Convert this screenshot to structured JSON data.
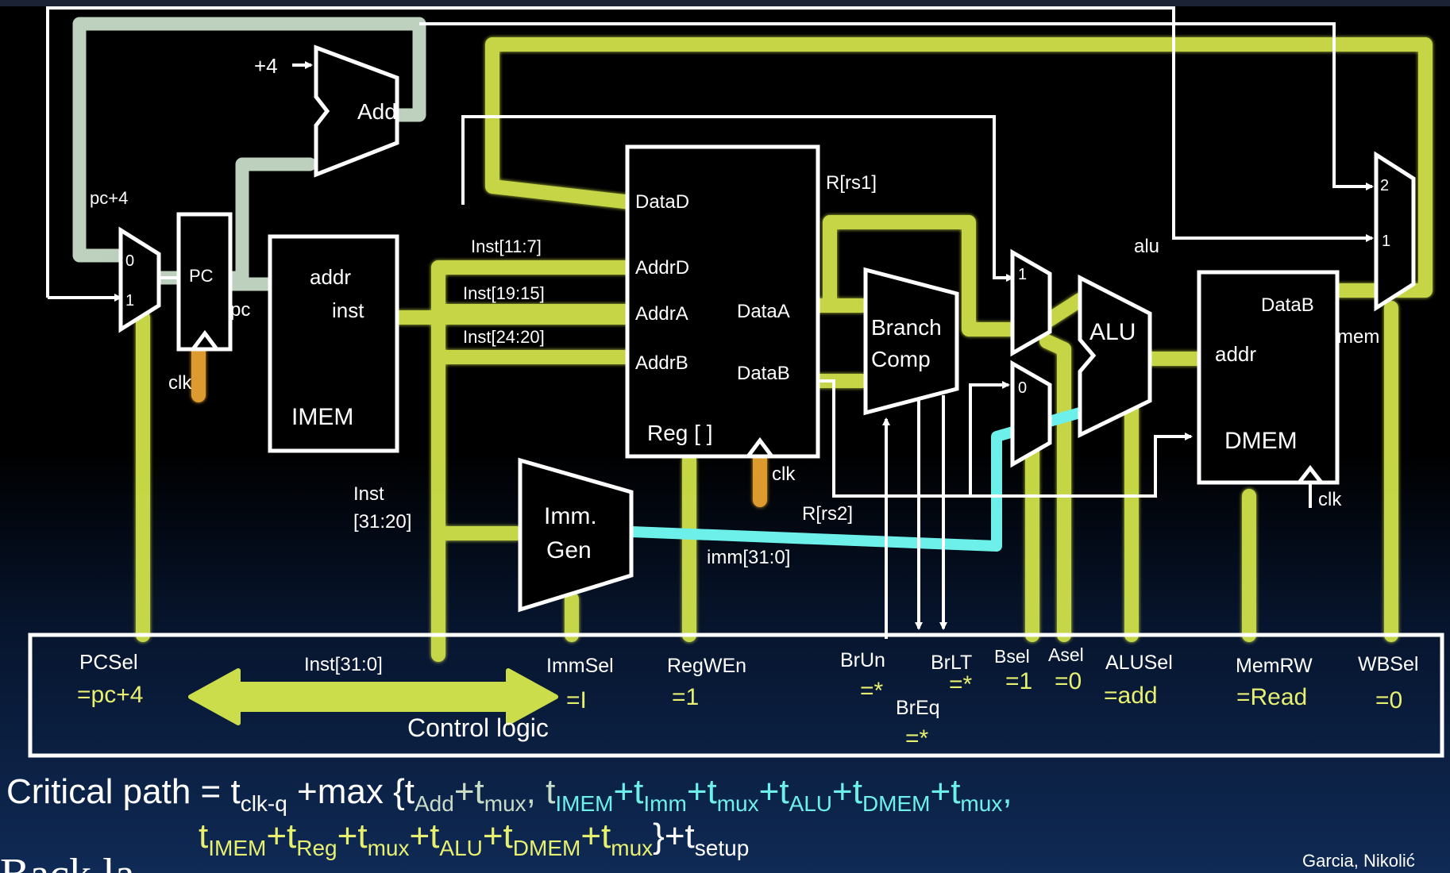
{
  "blocks": {
    "add": "Add",
    "pc": "PC",
    "imem": {
      "addr": "addr",
      "inst": "inst",
      "name": "IMEM"
    },
    "reg": {
      "data_d": "DataD",
      "addr_d": "AddrD",
      "addr_a": "AddrA",
      "addr_b": "AddrB",
      "data_a": "DataA",
      "data_b": "DataB",
      "name": "Reg [ ]"
    },
    "imm_gen": {
      "line1": "Imm.",
      "line2": "Gen"
    },
    "branch_comp": {
      "line1": "Branch",
      "line2": "Comp"
    },
    "alu": "ALU",
    "dmem": {
      "addr": "addr",
      "data_b": "DataB",
      "name": "DMEM"
    }
  },
  "signals": {
    "plus4": "+4",
    "pc_plus4": "pc+4",
    "pc": "pc",
    "clk": "clk",
    "inst_11_7": "Inst[11:7]",
    "inst_19_15": "Inst[19:15]",
    "inst_24_20": "Inst[24:20]",
    "inst_31_20_a": "Inst",
    "inst_31_20_b": "[31:20]",
    "r_rs1": "R[rs1]",
    "r_rs2": "R[rs2]",
    "imm": "imm[31:0]",
    "alu": "alu",
    "mem": "mem",
    "mux_0": "0",
    "mux_1": "1",
    "mux_2": "2",
    "inst_31_0": "Inst[31:0]"
  },
  "controls": {
    "pcsel": {
      "label": "PCSel",
      "value": "=pc+4"
    },
    "immsel": {
      "label": "ImmSel",
      "value": "=I"
    },
    "regwen": {
      "label": "RegWEn",
      "value": "=1"
    },
    "brun": {
      "label": "BrUn",
      "value": "=*"
    },
    "brlt": {
      "label": "BrLT",
      "value": "=*"
    },
    "breq": {
      "label": "BrEq",
      "value": "=*"
    },
    "bsel": {
      "label": "Bsel",
      "value": "=1"
    },
    "asel": {
      "label": "Asel",
      "value": "=0"
    },
    "alusel": {
      "label": "ALUSel",
      "value": "=add"
    },
    "memrw": {
      "label": "MemRW",
      "value": "=Read"
    },
    "wbsel": {
      "label": "WBSel",
      "value": "=0"
    },
    "control_logic": "Control logic"
  },
  "footer": {
    "critical_lhs": "Critical path = t",
    "clkq_sub": "clk-q",
    "max_text": " +max {t",
    "add_sub": "Add",
    "plus_t": "+t",
    "mux_sub": "mux",
    "comma_t": ", t",
    "imem_sub": "IMEM",
    "imm_sub": "Imm",
    "alu_sub": "ALU",
    "dmem_sub": "DMEM",
    "reg_sub": "Reg",
    "line1_end": ",",
    "t": "t",
    "close_plus_t": "}+t",
    "setup_sub": "setup",
    "credit": "Garcia, Nikolić",
    "cut_text": "Back la"
  },
  "colors": {
    "highlight_yellow": "#d6e84c",
    "highlight_pale": "#c8dcc8",
    "highlight_cyan": "#6ef0ea",
    "clock_orange": "#f0a830",
    "wire_white": "#ffffff",
    "text_yellow": "#e8f070"
  }
}
